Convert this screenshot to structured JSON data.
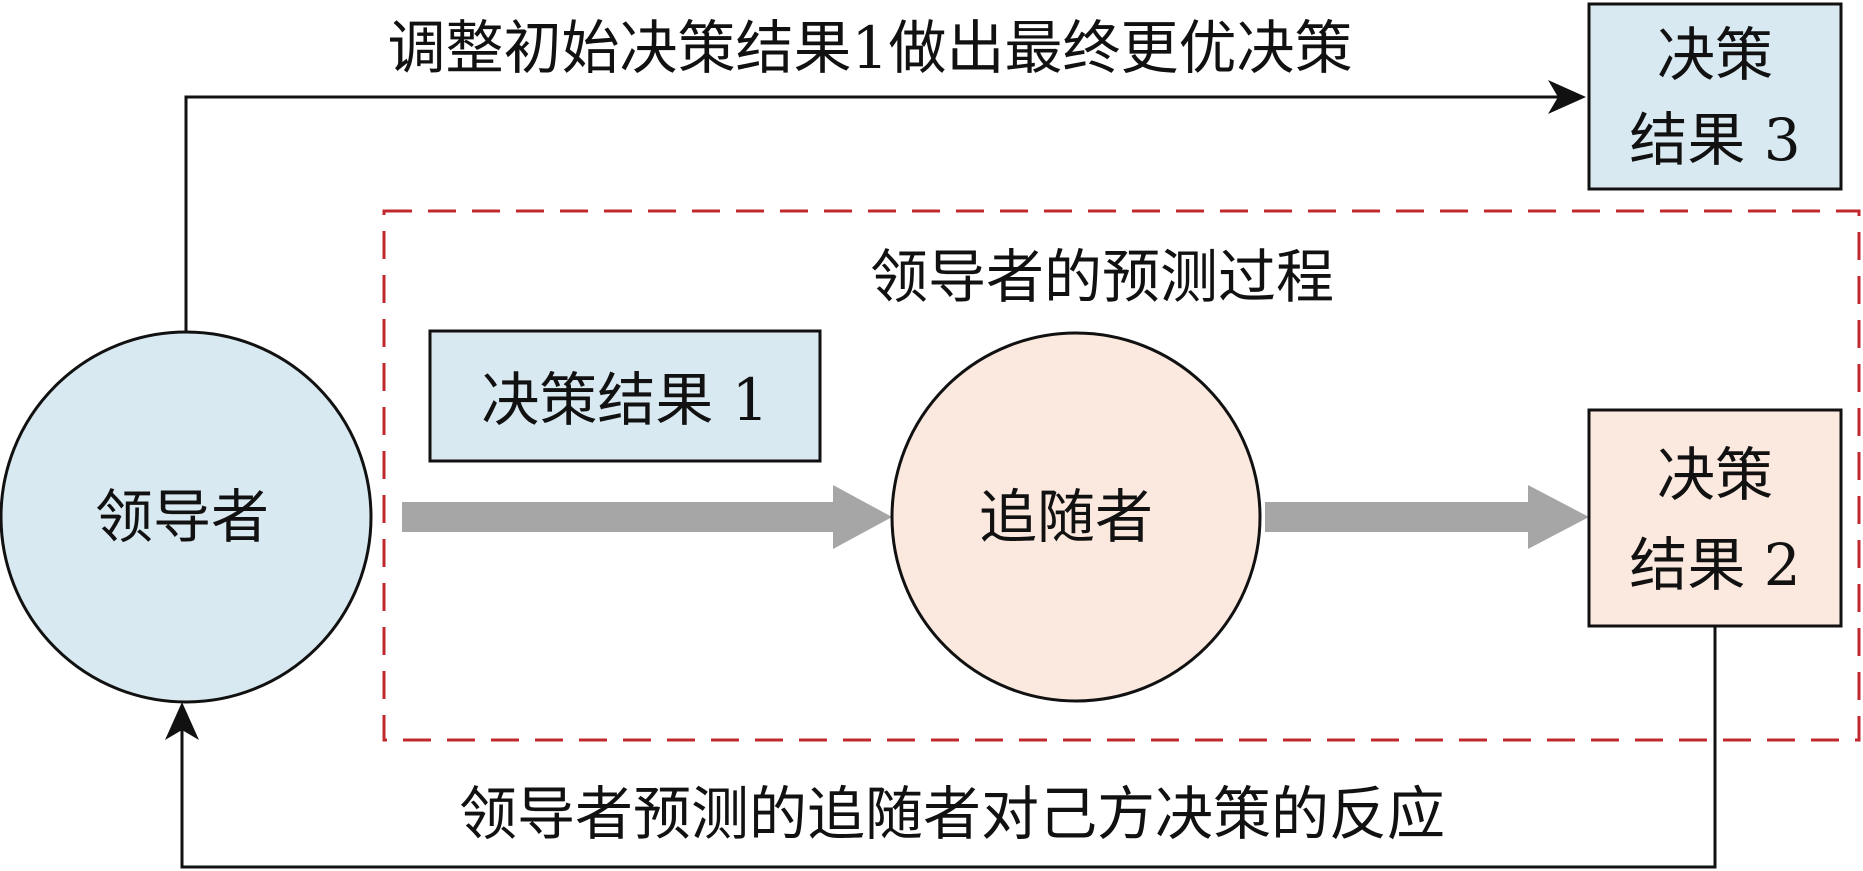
{
  "top_label": "调整初始决策结果1做出最终更优决策",
  "bottom_label": "领导者预测的追随者对己方决策的反应",
  "region_title": "领导者的预测过程",
  "leader": {
    "label": "领导者"
  },
  "follower": {
    "label": "追随者"
  },
  "result1": {
    "label": "决策结果 1"
  },
  "result2": {
    "line1": "决策",
    "line2": "结果 2"
  },
  "result3": {
    "line1": "决策",
    "line2": "结果 3"
  },
  "colors": {
    "leader_fill": "#d9e9f1",
    "follower_fill": "#fbe8de",
    "result1_fill": "#d9e9f1",
    "result2_fill": "#fbe8de",
    "result3_fill": "#d9e9f1",
    "dashed_border": "#c0282d",
    "thick_arrow": "#a6a6a6",
    "line": "#111111"
  }
}
